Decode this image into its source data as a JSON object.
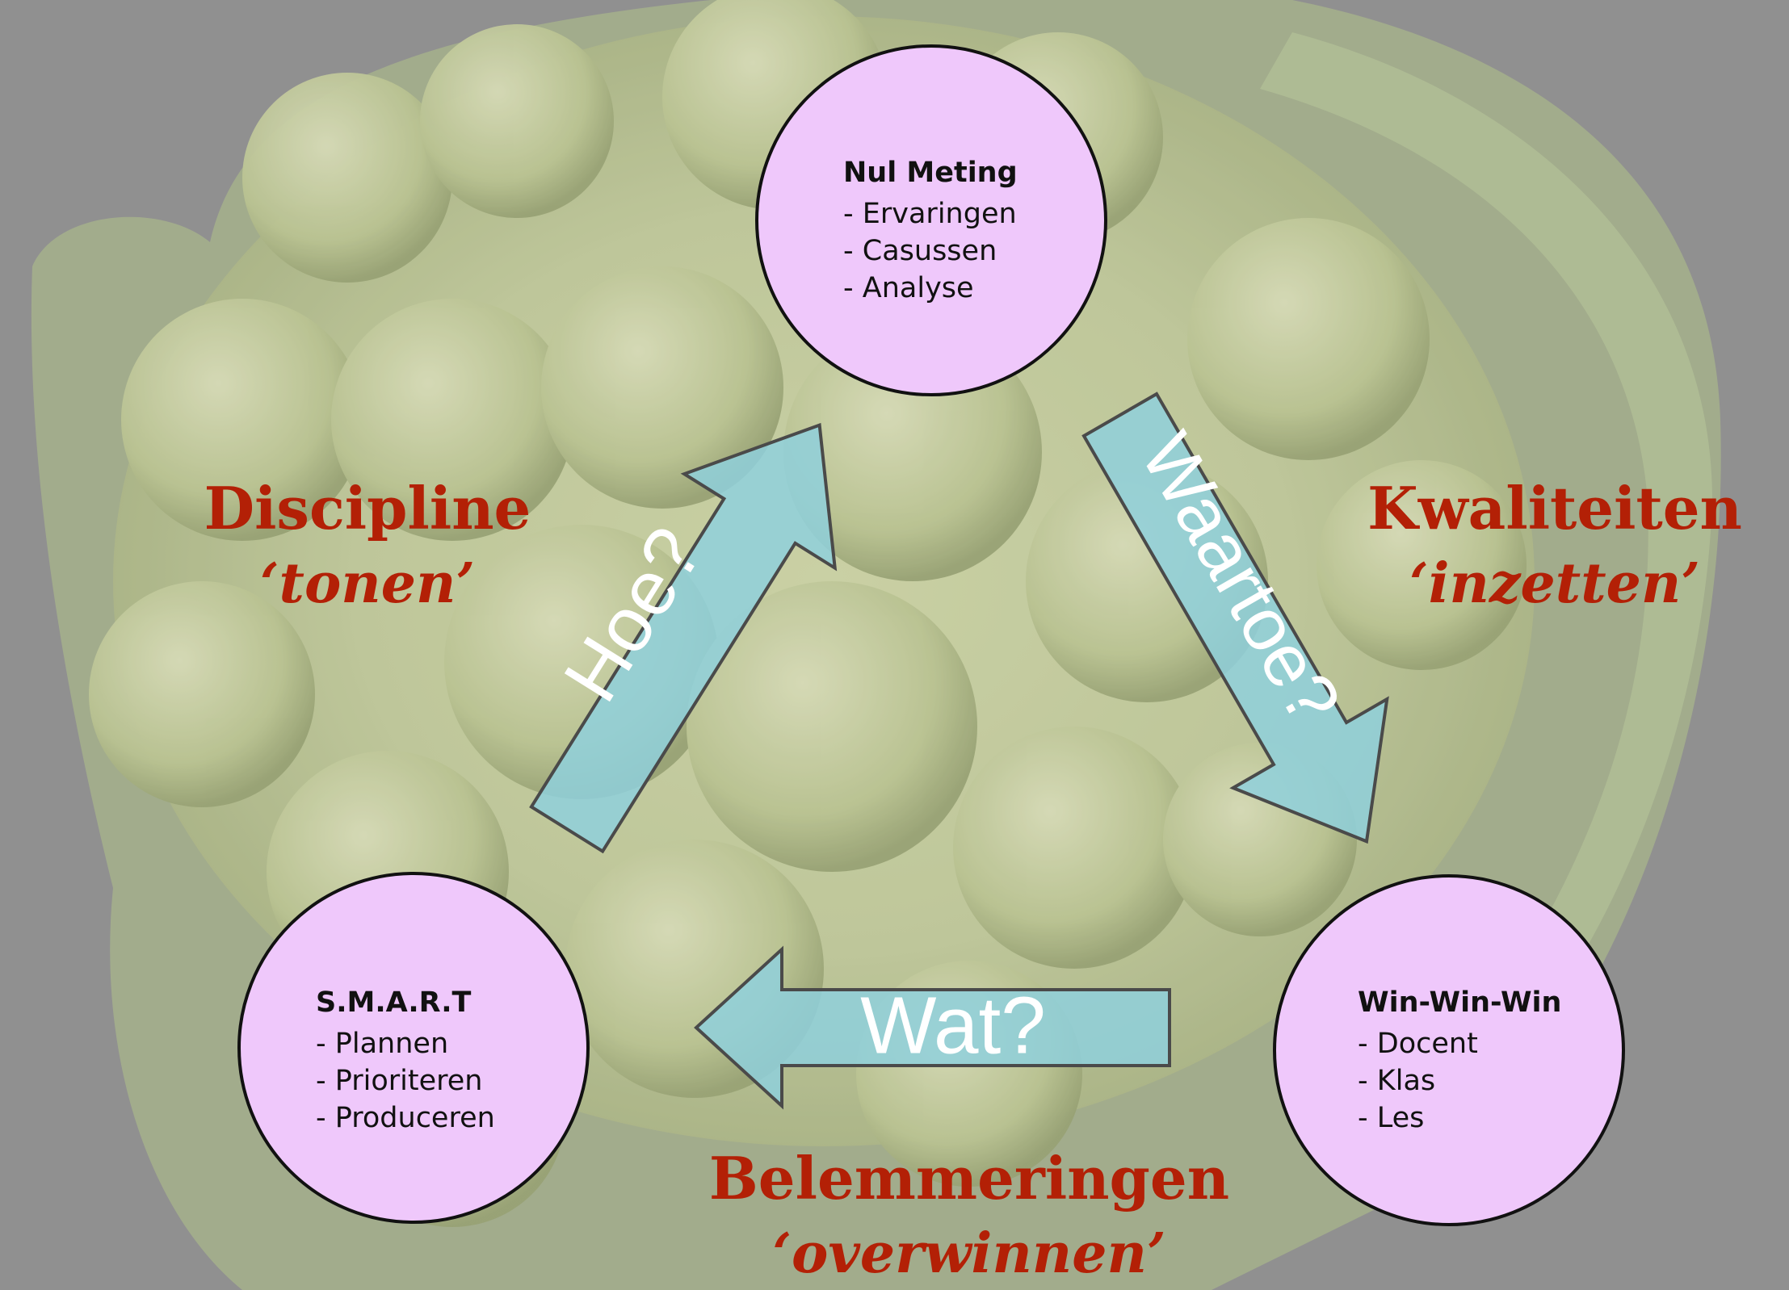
{
  "nodes": [
    {
      "id": "nul-meting",
      "title": "Nul Meting",
      "items": [
        "Ervaringen",
        "Casussen",
        "Analyse"
      ]
    },
    {
      "id": "win-win-win",
      "title": "Win-Win-Win",
      "items": [
        "Docent",
        "Klas",
        "Les"
      ]
    },
    {
      "id": "smart",
      "title": "S.M.A.R.T",
      "items": [
        "Plannen",
        "Prioriteren",
        "Produceren"
      ]
    }
  ],
  "side_labels": {
    "left": {
      "main": "Discipline",
      "sub": "‘tonen’"
    },
    "right": {
      "main": "Kwaliteiten",
      "sub": "‘inzetten’"
    },
    "bottom": {
      "main": "Belemmeringen",
      "sub": "‘overwinnen’"
    }
  },
  "arrows": {
    "hoe": "Hoe?",
    "waartoe": "Waartoe?",
    "wat": "Wat?"
  },
  "colors": {
    "circle_fill": "#efc8fb",
    "label_red": "#b32006",
    "arrow_fill": "#8fd0dc",
    "background": "#8e8e8e",
    "vegetable_green": "#c9d39a"
  }
}
